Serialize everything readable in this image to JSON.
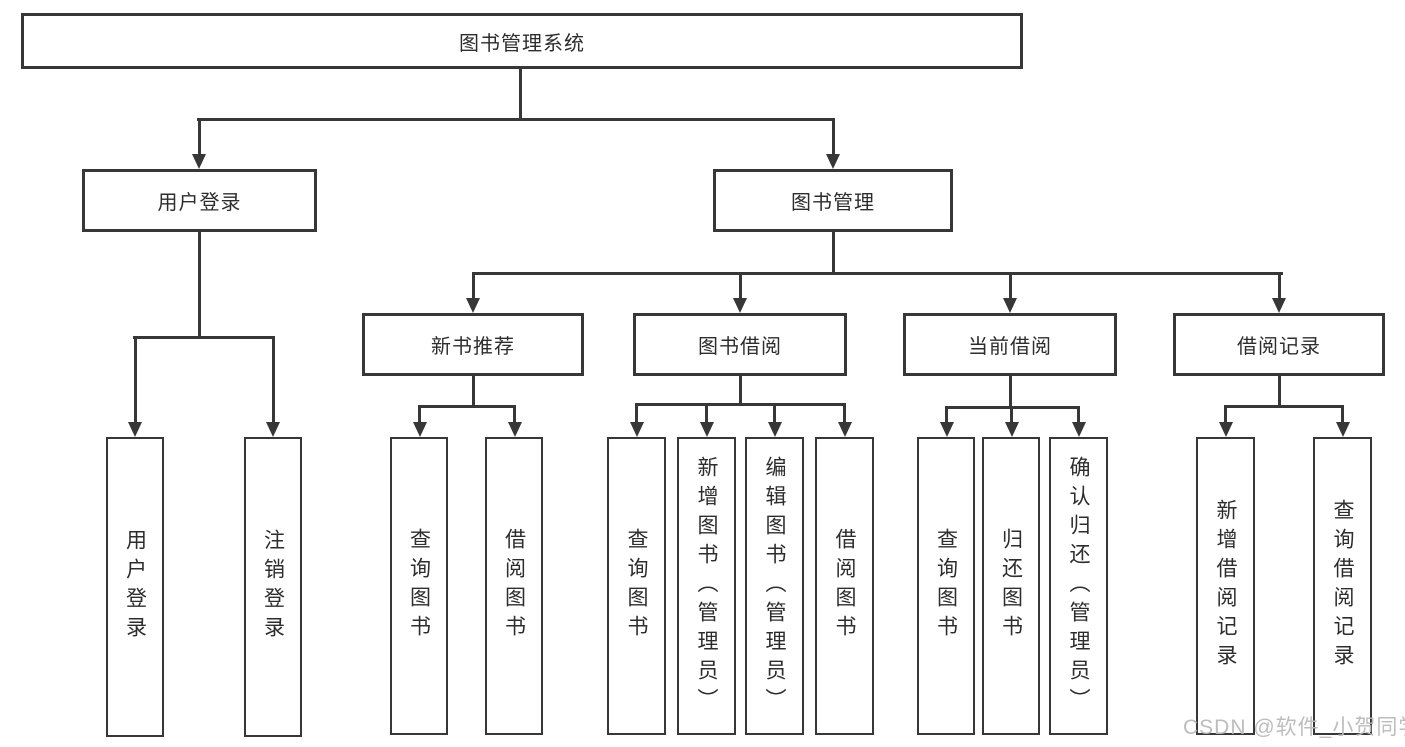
{
  "diagram": {
    "title": "图书管理系统",
    "tree": {
      "label": "图书管理系统",
      "children": [
        {
          "label": "用户登录",
          "children": [
            {
              "label": "用户登录"
            },
            {
              "label": "注销登录"
            }
          ]
        },
        {
          "label": "图书管理",
          "children": [
            {
              "label": "新书推荐",
              "children": [
                {
                  "label": "查询图书"
                },
                {
                  "label": "借阅图书"
                }
              ]
            },
            {
              "label": "图书借阅",
              "children": [
                {
                  "label": "查询图书"
                },
                {
                  "label": "新增图书（管理员）"
                },
                {
                  "label": "编辑图书（管理员）"
                },
                {
                  "label": "借阅图书"
                }
              ]
            },
            {
              "label": "当前借阅",
              "children": [
                {
                  "label": "查询图书"
                },
                {
                  "label": "归还图书"
                },
                {
                  "label": "确认归还（管理员）"
                }
              ]
            },
            {
              "label": "借阅记录",
              "children": [
                {
                  "label": "新增借阅记录"
                },
                {
                  "label": "查询借阅记录"
                }
              ]
            }
          ]
        }
      ]
    }
  },
  "watermark": {
    "text": "CSDN @软件_小贺同学",
    "color": "#b9b9b9"
  },
  "colors": {
    "line": "#373737",
    "text": "#2d2d2d",
    "box_background": "#ffffff",
    "page_background": "#ffffff"
  }
}
